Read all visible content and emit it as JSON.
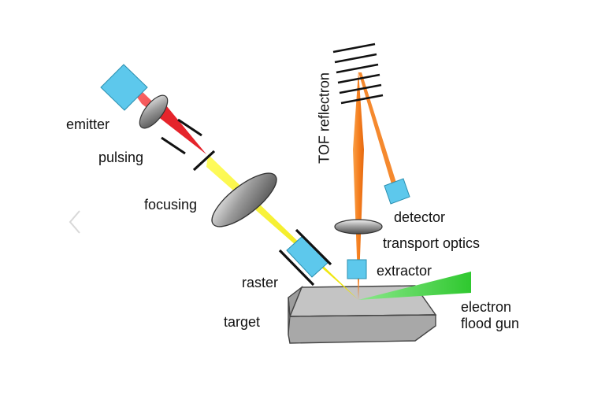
{
  "labels": {
    "emitter": "emitter",
    "pulsing": "pulsing",
    "focusing": "focusing",
    "raster": "raster",
    "target": "target",
    "tof_reflectron": "TOF reflectron",
    "detector": "detector",
    "transport_optics": "transport optics",
    "extractor": "extractor",
    "electron_flood_gun_line1": "electron",
    "electron_flood_gun_line2": "flood gun"
  },
  "colors": {
    "component_blue": "#5dc8ec",
    "laser_red": "#e5242b",
    "primary_beam_yellow": "#f4f000",
    "tof_beam_orange": "#f57f20",
    "electron_beam_green": "#3ed43e",
    "target_gray": "#b9b9b9",
    "lens_gray": "#a8a8a8",
    "plate_black": "#111111"
  }
}
